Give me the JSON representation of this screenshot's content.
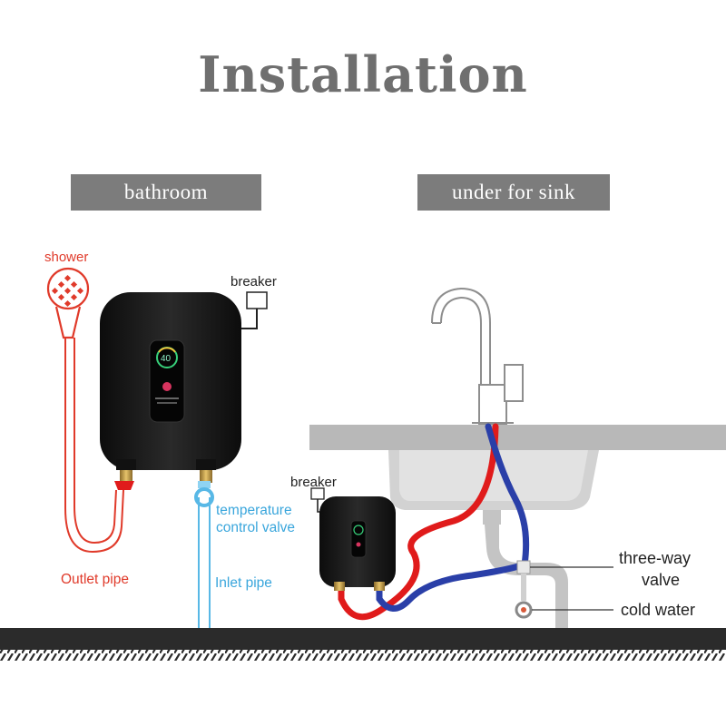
{
  "title": "Installation",
  "sections": {
    "bathroom": "bathroom",
    "sink": "under for sink"
  },
  "labels": {
    "shower": "shower",
    "breaker_left": "breaker",
    "temperature_valve_line1": "temperature",
    "temperature_valve_line2": "control valve",
    "outlet_pipe": "Outlet pipe",
    "inlet_pipe": "Inlet pipe",
    "breaker_right": "breaker",
    "three_way_line1": "three-way",
    "three_way_line2": "valve",
    "cold_water": "cold water"
  },
  "display": {
    "temperature": "40"
  },
  "colors": {
    "hot": "#e01b1b",
    "cold": "#2a3fa8",
    "inlet": "#58b8e6",
    "outlet_line": "#d83a2a",
    "heater": "#141414",
    "floor": "#2b2b2b"
  }
}
